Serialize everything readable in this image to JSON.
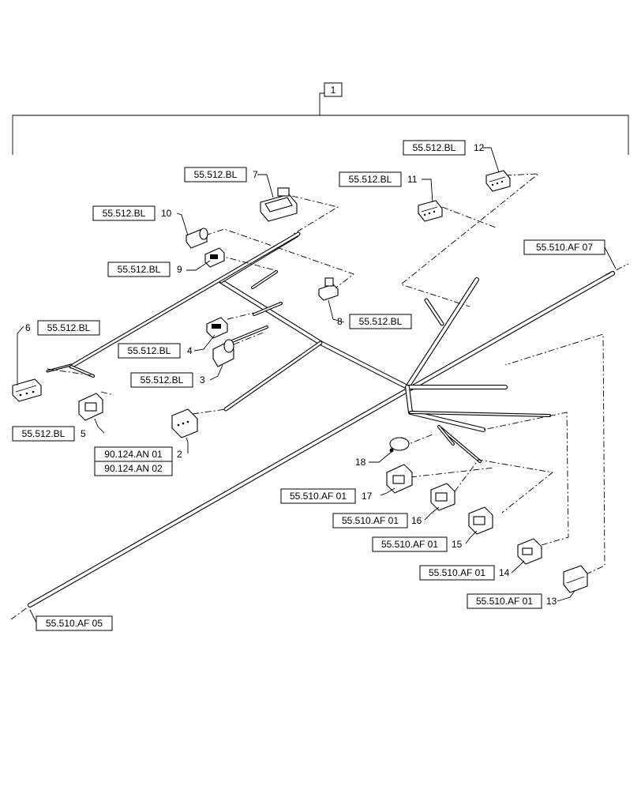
{
  "assembly": {
    "item_number": "1"
  },
  "refs": {
    "r12": "55.512.BL",
    "r7": "55.512.BL",
    "r11": "55.512.BL",
    "r10": "55.512.BL",
    "r9": "55.512.BL",
    "r8": "55.512.BL",
    "r6": "55.512.BL",
    "r4": "55.512.BL",
    "r3": "55.512.BL",
    "r5": "55.512.BL",
    "r2a": "90.124.AN 01",
    "r2b": "90.124.AN 02",
    "r17": "55.510.AF 01",
    "r16": "55.510.AF 01",
    "r15": "55.510.AF 01",
    "r14": "55.510.AF 01",
    "r13": "55.510.AF 01",
    "end_right": "55.510.AF 07",
    "end_left": "55.510.AF 05"
  },
  "callouts": {
    "n2": "2",
    "n3": "3",
    "n4": "4",
    "n5": "5",
    "n6": "6",
    "n7": "7",
    "n8": "8",
    "n9": "9",
    "n10": "10",
    "n11": "11",
    "n12": "12",
    "n13": "13",
    "n14": "14",
    "n15": "15",
    "n16": "16",
    "n17": "17",
    "n18": "18"
  }
}
